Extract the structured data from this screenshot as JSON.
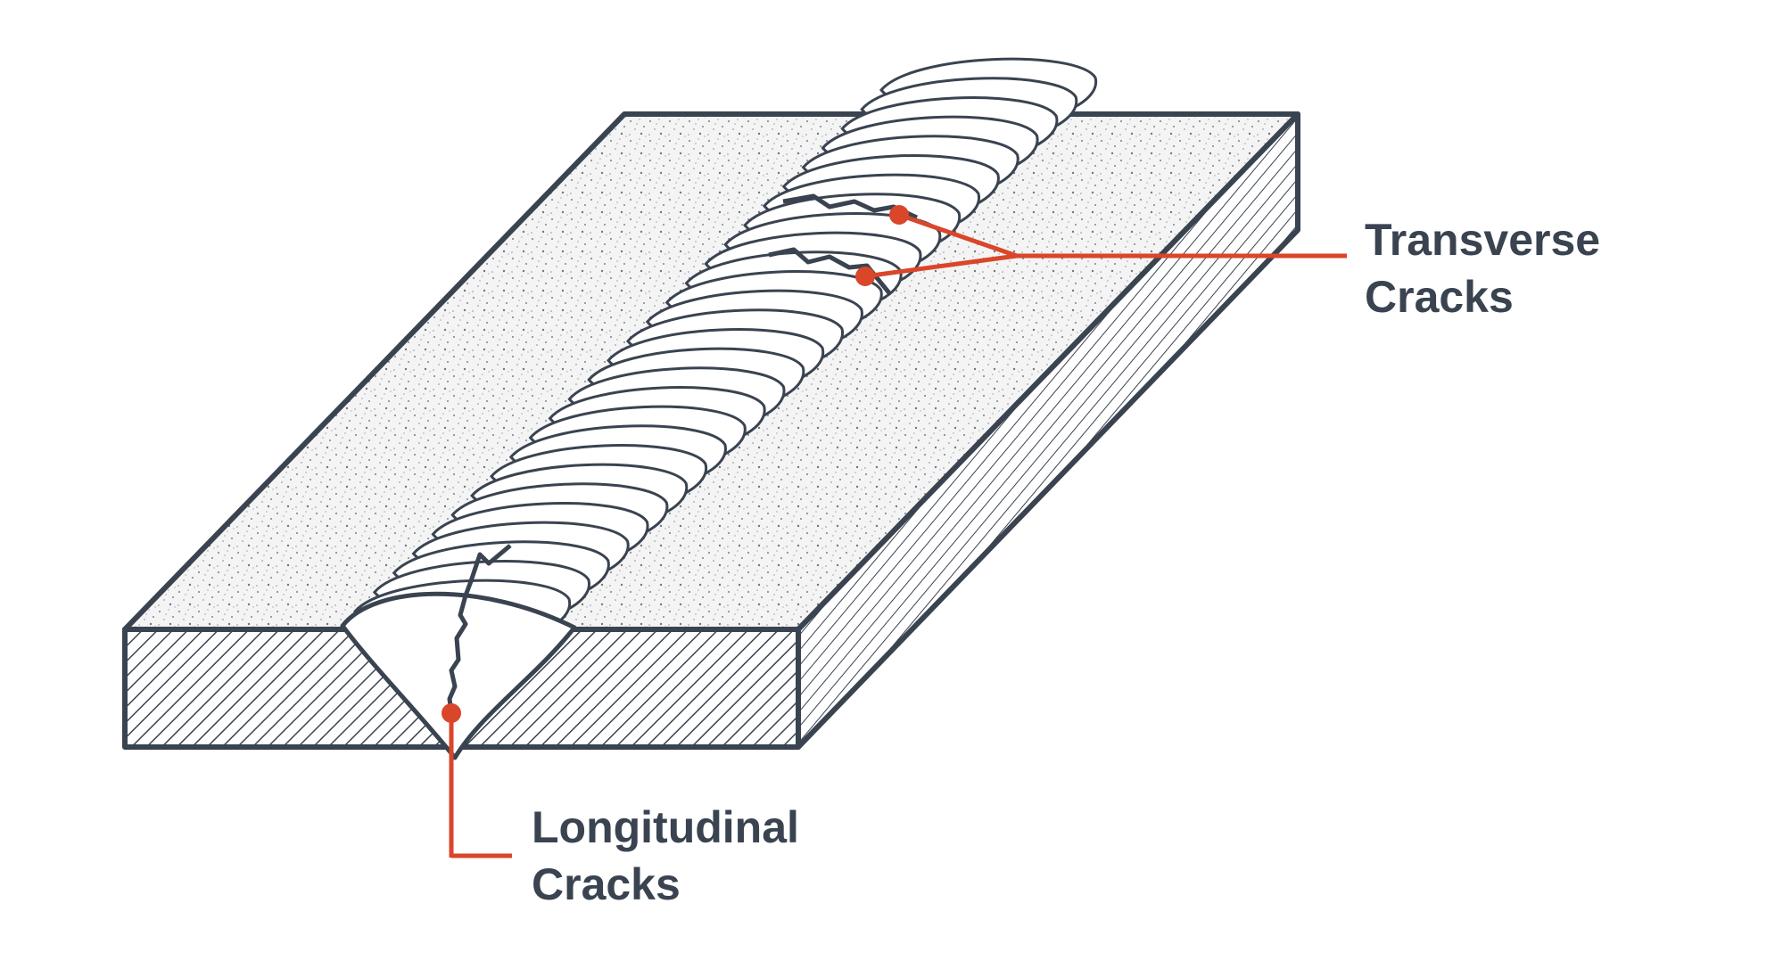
{
  "colors": {
    "outline": "#3a4350",
    "accent": "#d9462a",
    "background": "#ffffff",
    "surface": "#f5f5f5"
  },
  "labels": {
    "transverse": {
      "line1": "Transverse",
      "line2": "Cracks"
    },
    "longitudinal": {
      "line1": "Longitudinal",
      "line2": "Cracks"
    }
  }
}
